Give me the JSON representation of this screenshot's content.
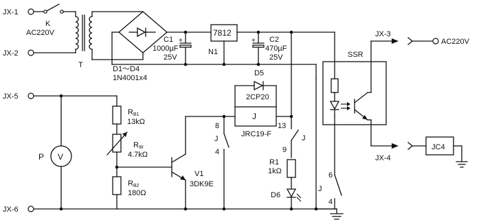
{
  "terminals": {
    "jx1": "JX-1",
    "jx2": "JX-2",
    "jx5": "JX-5",
    "jx6": "JX-6",
    "jx3": "JX-3",
    "jx4": "JX-4"
  },
  "supply": {
    "switch": "K",
    "voltage": "AC220V",
    "transformer": "T",
    "bridge": "D1～D4",
    "bridge_part": "1N4001x4"
  },
  "caps": {
    "c1_name": "C1",
    "c1_value": "1000µF",
    "c1_voltage": "25V",
    "c2_name": "C2",
    "c2_value": "470µF",
    "c2_voltage": "25V"
  },
  "regulator": {
    "part": "7812",
    "name": "N1"
  },
  "sensor": {
    "p": "P",
    "gauge": "V",
    "rb1": "R",
    "rb1_sub": "B1",
    "rb1_value": "13kΩ",
    "rw": "R",
    "rw_sub": "W",
    "rw_value": "4.7kΩ",
    "rb2": "R",
    "rb2_sub": "B2",
    "rb2_value": "180Ω"
  },
  "transistor": {
    "name": "V1",
    "part": "3DK9E"
  },
  "relay": {
    "box": "J",
    "part": "JRC19-F",
    "d5": "D5",
    "d5_part": "2CP20",
    "pin8": "8",
    "pin13": "13",
    "pin4": "4",
    "pin9": "9",
    "pin6": "6",
    "pin4b": "4",
    "contact1": "J",
    "contact2": "J",
    "contact3": "J"
  },
  "indicator": {
    "r1": "R1",
    "r1_value": "1kΩ",
    "d6": "D6"
  },
  "ssr": {
    "label": "SSR"
  },
  "output": {
    "voltage": "AC220V",
    "load": "JC4"
  }
}
